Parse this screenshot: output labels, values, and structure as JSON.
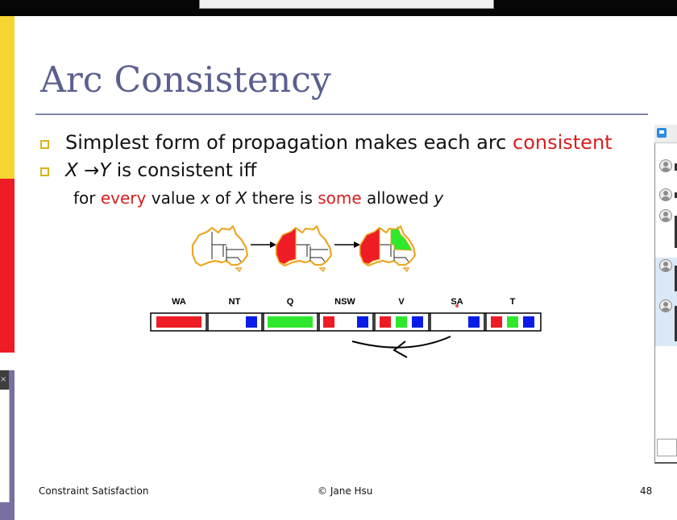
{
  "slide": {
    "title": "Arc Consistency",
    "bullet1": {
      "pre": "Simplest form of propagation makes each arc ",
      "highlight": "consistent"
    },
    "bullet2": {
      "x": "X",
      "arrow": " →",
      "y": "Y",
      "post": " is consistent iff"
    },
    "subline": {
      "p1": "for ",
      "r1": "every",
      "p2": " value ",
      "x": "x",
      "p3": " of ",
      "X": "X",
      "p4": " there is ",
      "r2": "some",
      "p5": " allowed ",
      "y": "y"
    },
    "domain_labels": [
      "WA",
      "NT",
      "Q",
      "NSW",
      "V",
      "SA",
      "T"
    ]
  },
  "footer": {
    "left": "Constraint Satisfaction",
    "center": "© Jane Hsu",
    "page": "48"
  },
  "colors": {
    "title": "#5b5f8f",
    "red": "#ee1c25",
    "green": "#2ee82e",
    "blue": "#0a1de8",
    "bullet": "#d8b318"
  }
}
